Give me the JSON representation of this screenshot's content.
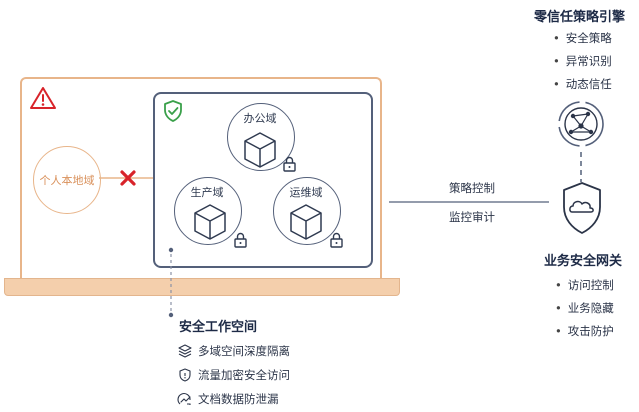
{
  "engine": {
    "title": "零信任策略引擎",
    "items": [
      "安全策略",
      "异常识别",
      "动态信任"
    ]
  },
  "gateway": {
    "title": "业务安全网关",
    "items": [
      "访问控制",
      "业务隐藏",
      "攻击防护"
    ]
  },
  "connection": {
    "top_label": "策略控制",
    "bottom_label": "监控审计"
  },
  "laptop": {
    "personal_domain": "个人本地域",
    "domains": [
      "办公域",
      "生产域",
      "运维域"
    ]
  },
  "workspace": {
    "title": "安全工作空间",
    "items": [
      {
        "icon": "layers-icon",
        "text": "多域空间深度隔离"
      },
      {
        "icon": "shield-lock-icon",
        "text": "流量加密安全访问"
      },
      {
        "icon": "leak-guard-icon",
        "text": "文档数据防泄漏"
      }
    ]
  },
  "colors": {
    "navy": "#1d2a46",
    "orange": "#e8b58a",
    "red": "#d8232a",
    "green": "#3aa04a",
    "slate": "#54607a"
  }
}
